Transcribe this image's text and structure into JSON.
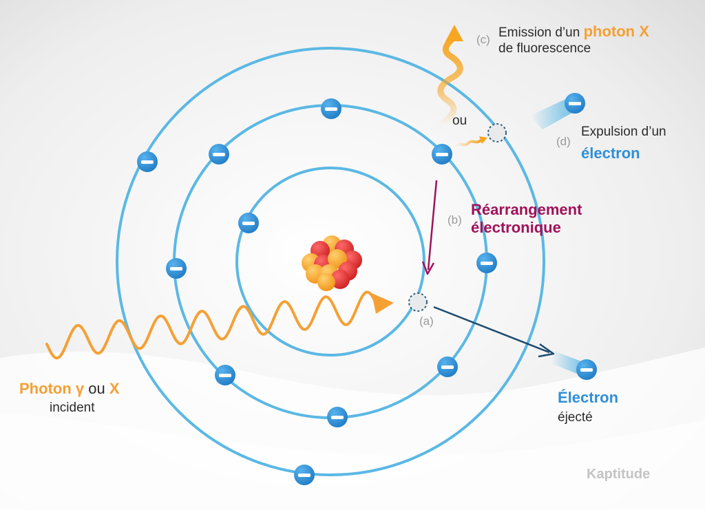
{
  "labels": {
    "incident": {
      "photon": "Photon γ",
      "ou": "ou",
      "x": "X",
      "incident": "incident"
    },
    "a_tag": "(a)",
    "ejected": {
      "title": "Électron",
      "sub": "éjecté"
    },
    "b": {
      "tag": "(b)",
      "line1": "Réarrangement",
      "line2": "électronique"
    },
    "c": {
      "tag": "(c)",
      "prefix": "Emission d’un",
      "highlight": "photon X",
      "line2": "de fluorescence"
    },
    "ou_mid": "ou",
    "d": {
      "tag": "(d)",
      "line1": "Expulsion d’un",
      "line2": "électron"
    },
    "watermark": "Kaptitude"
  },
  "colors": {
    "orbit": "#5bb8e4",
    "electron": "#2f8fd8",
    "photon": "#f5a035",
    "rearrangement": "#a0115a",
    "ejection_arrow": "#1d4a6e",
    "proton": "#e32b2b",
    "neutron": "#f6a21e"
  },
  "icons": {
    "electron": "minus-in-circle",
    "vacancy": "dashed-empty-circle"
  }
}
